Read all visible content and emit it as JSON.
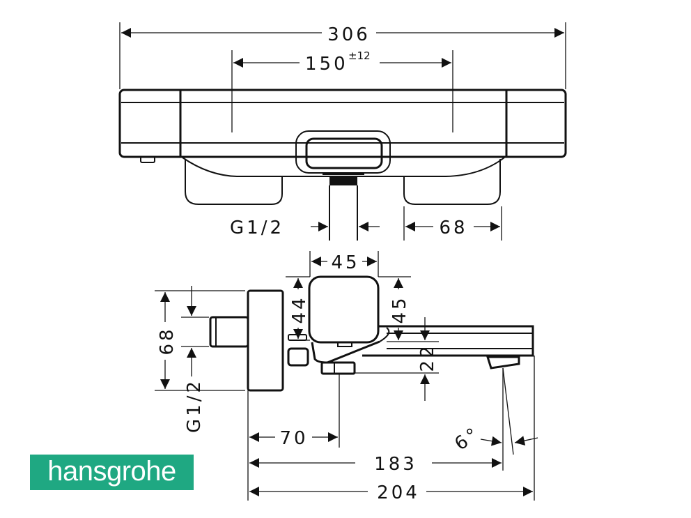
{
  "brand": {
    "logo_text": "hansgrohe",
    "color": "#1fa882"
  },
  "top_view": {
    "overall_width": "306",
    "center_distance": "150",
    "center_tolerance": "±12",
    "connection_thread": "G1/2",
    "handle_offset": "68"
  },
  "side_view": {
    "handle_width": "45",
    "handle_height_left": "44",
    "handle_height_right": "45",
    "spout_height": "22",
    "wall_plate_height": "68",
    "connection_thread": "G1/2",
    "outlet_distance": "70",
    "spout_projection": "183",
    "overall_depth": "204",
    "spout_angle": "6°"
  }
}
